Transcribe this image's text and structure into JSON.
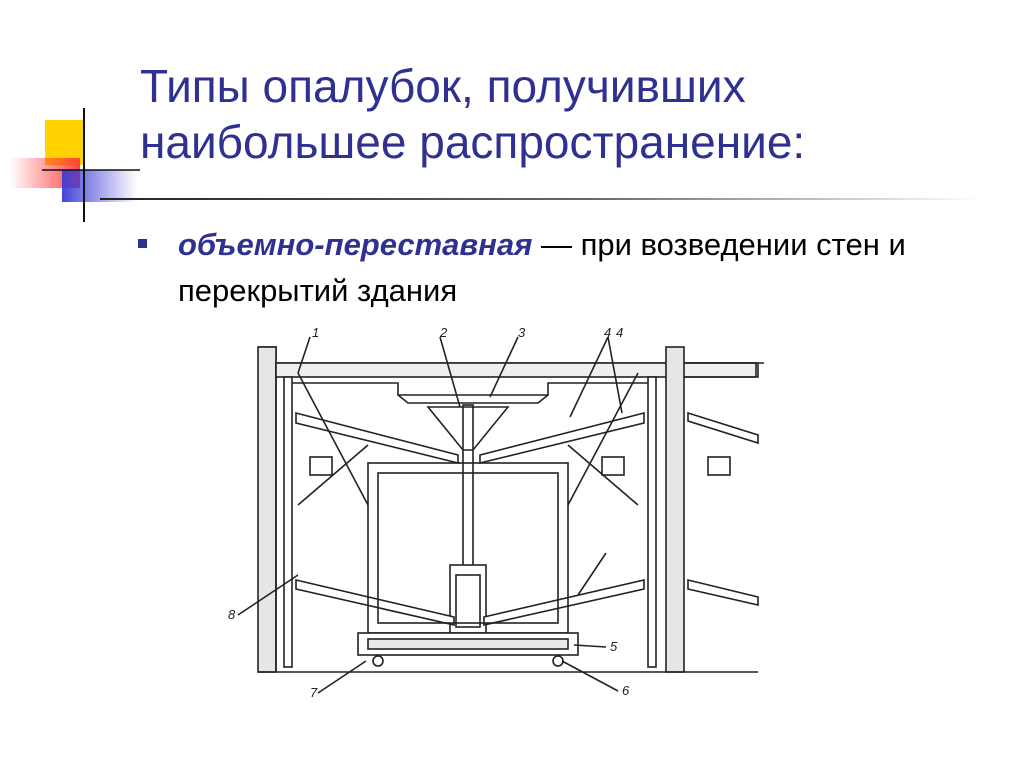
{
  "slide": {
    "title_line1": "Типы опалубок, получивших",
    "title_line2": "наибольшее распространение:",
    "bullet": {
      "term": "объемно-переставная",
      "text_after_term": " — при возведении стен и перекрытий здания"
    }
  },
  "diagram": {
    "labels": [
      "1",
      "2",
      "3",
      "4",
      "4",
      "5",
      "6",
      "7",
      "8"
    ]
  },
  "colors": {
    "title": "#2e3192",
    "accent_yellow": "#ffd200",
    "accent_red": "#ff3b3b",
    "accent_blue": "#3b3bd6"
  }
}
